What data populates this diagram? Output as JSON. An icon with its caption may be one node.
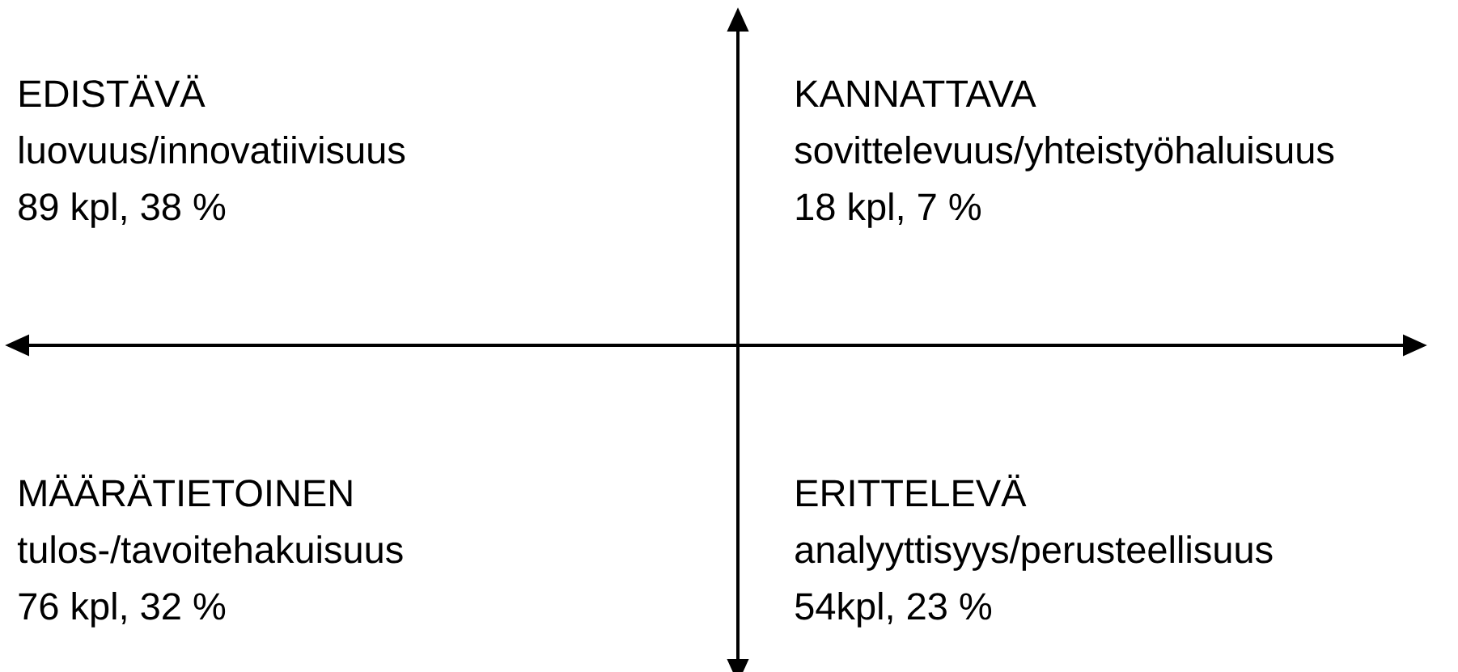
{
  "diagram": {
    "labels": [
      "EDISTÄVÄ",
      "luovuus/innovatiivisuus",
      "89 kpl, 38 %",
      "KANNATTAVA",
      "sovittelevuus/yhteistyöhaluisuus",
      "18 kpl, 7 %",
      "MÄÄRÄTIETOINEN",
      "tulos-/tavoitehakuisuus",
      "76 kpl, 32 %",
      "ERITTELEVÄ",
      "analyyttisyys/perusteellisuus",
      "54kpl, 23 %"
    ]
  }
}
